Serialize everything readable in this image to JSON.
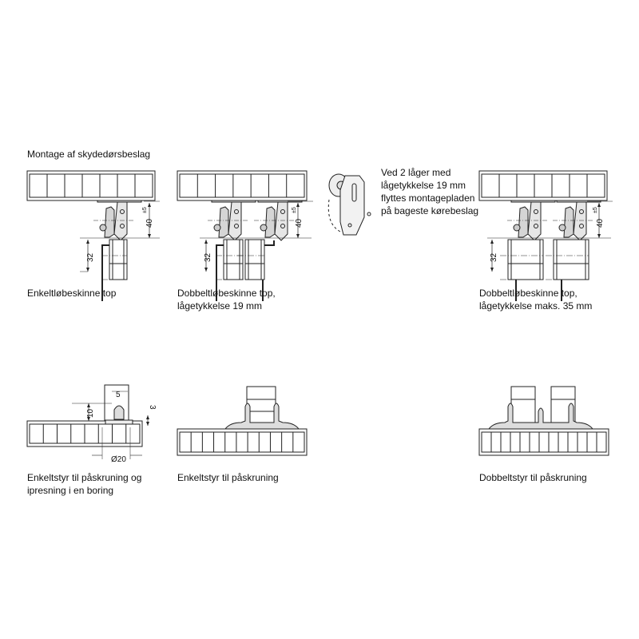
{
  "title": "Montage af skydedørsbeslag",
  "figures": {
    "single_top": {
      "caption": [
        "Enkeltløbeskinne top"
      ],
      "dim_height": "40",
      "dim_tol": "±5",
      "dim_plate": "32"
    },
    "double_top_19": {
      "caption": [
        "Dobbeltløbeskinne top,",
        "lågetykkelse 19 mm"
      ],
      "dim_height": "40",
      "dim_tol": "±5",
      "dim_plate": "32"
    },
    "note": {
      "text": [
        "Ved 2 låger med",
        "lågetykkelse 19 mm",
        "flyttes montagepladen",
        "på bageste kørebeslag"
      ]
    },
    "double_top_35": {
      "caption": [
        "Dobbeltløbeskinne top,",
        "lågetykkelse maks. 35 mm"
      ],
      "dim_height": "40",
      "dim_tol": "±5",
      "dim_plate": "32"
    },
    "single_guide_bore": {
      "caption": [
        "Enkeltstyr til påskruning og",
        "ipresning i en boring"
      ],
      "dim_width": "5",
      "dim_height": "10",
      "dim_depth": "3",
      "dim_diameter": "Ø20"
    },
    "single_guide": {
      "caption": [
        "Enkeltstyr til påskruning"
      ]
    },
    "double_guide": {
      "caption": [
        "Dobbeltstyr til påskruning"
      ]
    }
  }
}
